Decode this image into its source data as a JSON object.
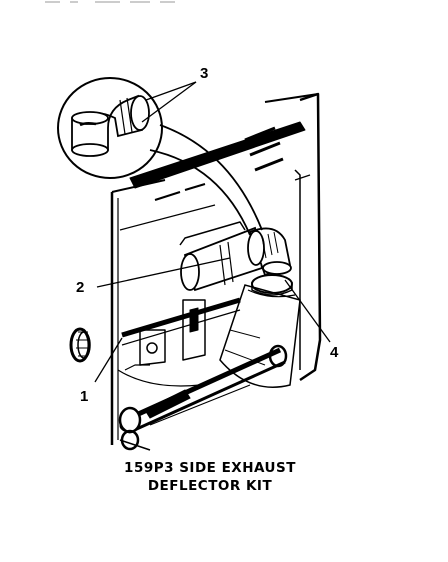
{
  "diagram": {
    "callouts": {
      "c1": "1",
      "c2": "2",
      "c3": "3",
      "c4": "4"
    },
    "caption": {
      "line1": "159P3 SIDE EXHAUST",
      "line2": "DEFLECTOR KIT"
    },
    "colors": {
      "ink": "#000000",
      "paper": "#ffffff"
    }
  }
}
